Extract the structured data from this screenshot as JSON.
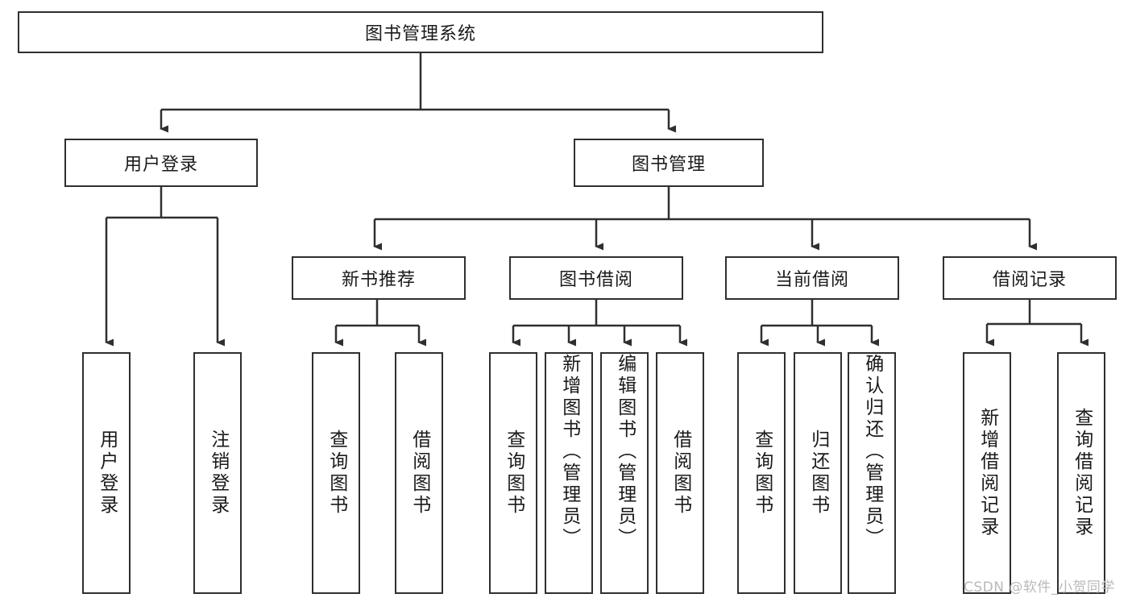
{
  "diagram": {
    "title": "图书管理系统",
    "type": "hierarchy-tree",
    "root": {
      "id": "root",
      "label": "图书管理系统",
      "shape": "rect",
      "orientation": "horizontal"
    },
    "level2": [
      {
        "id": "user-login",
        "label": "用户登录",
        "orientation": "horizontal"
      },
      {
        "id": "book-manage",
        "label": "图书管理",
        "orientation": "horizontal"
      }
    ],
    "level3": [
      {
        "id": "new-book-recommend",
        "label": "新书推荐",
        "orientation": "horizontal",
        "parent": "book-manage"
      },
      {
        "id": "book-borrow",
        "label": "图书借阅",
        "orientation": "horizontal",
        "parent": "book-manage"
      },
      {
        "id": "current-borrow",
        "label": "当前借阅",
        "orientation": "horizontal",
        "parent": "book-manage"
      },
      {
        "id": "borrow-record",
        "label": "借阅记录",
        "orientation": "horizontal",
        "parent": "book-manage"
      }
    ],
    "leaves": [
      {
        "id": "leaf-user-login",
        "label": "用户登录",
        "parent": "user-login",
        "align": "mid"
      },
      {
        "id": "leaf-logout",
        "label": "注销登录",
        "parent": "user-login",
        "align": "mid"
      },
      {
        "id": "leaf-query-book-1",
        "label": "查询图书",
        "parent": "new-book-recommend",
        "align": "mid"
      },
      {
        "id": "leaf-borrow-book-1",
        "label": "借阅图书",
        "parent": "new-book-recommend",
        "align": "mid"
      },
      {
        "id": "leaf-query-book-2",
        "label": "查询图书",
        "parent": "book-borrow",
        "align": "mid"
      },
      {
        "id": "leaf-add-book",
        "label": "新增图书（管理员）",
        "parent": "book-borrow",
        "align": "top"
      },
      {
        "id": "leaf-edit-book",
        "label": "编辑图书（管理员）",
        "parent": "book-borrow",
        "align": "top"
      },
      {
        "id": "leaf-borrow-book-2",
        "label": "借阅图书",
        "parent": "book-borrow",
        "align": "mid"
      },
      {
        "id": "leaf-query-book-3",
        "label": "查询图书",
        "parent": "current-borrow",
        "align": "mid"
      },
      {
        "id": "leaf-return-book",
        "label": "归还图书",
        "parent": "current-borrow",
        "align": "mid"
      },
      {
        "id": "leaf-confirm-return",
        "label": "确认归还（管理员）",
        "parent": "current-borrow",
        "align": "top"
      },
      {
        "id": "leaf-add-record",
        "label": "新增借阅记录",
        "parent": "borrow-record",
        "align": "mid"
      },
      {
        "id": "leaf-query-record",
        "label": "查询借阅记录",
        "parent": "borrow-record",
        "align": "mid"
      }
    ]
  },
  "watermark": {
    "text": "CSDN @软件_小贺同学"
  },
  "colors": {
    "stroke": "#2f2f2f",
    "fill": "#ffffff",
    "text": "#1a1a1a",
    "watermark": "#b9b9b9"
  }
}
